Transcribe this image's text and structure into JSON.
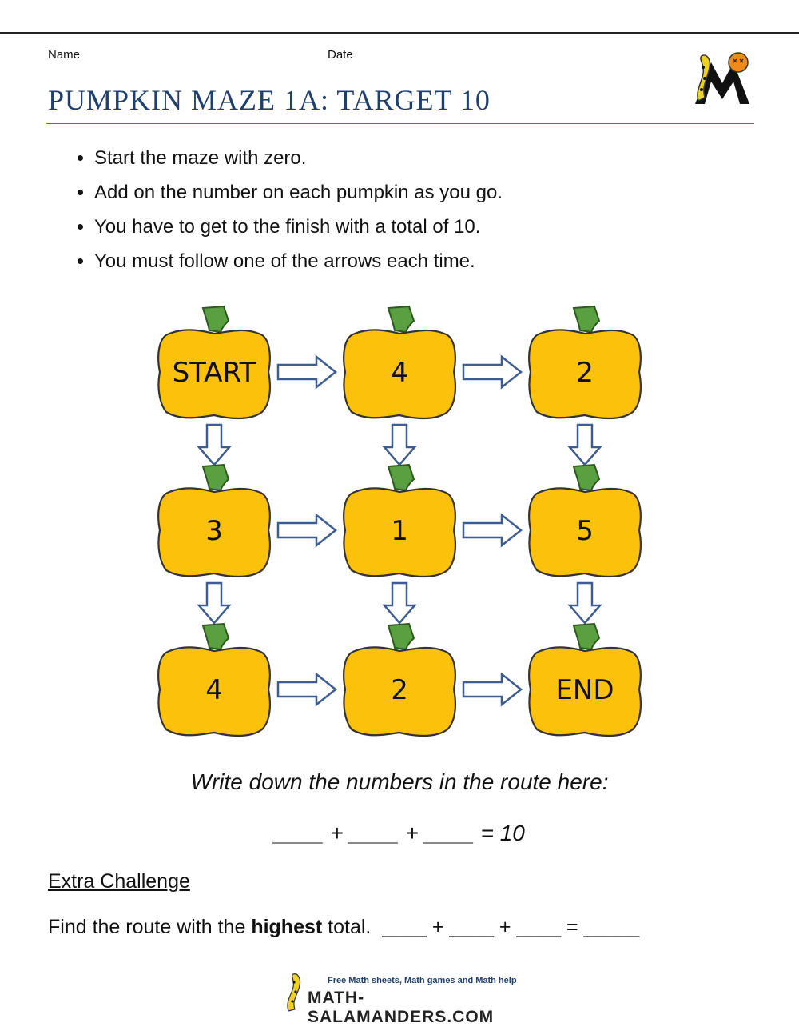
{
  "header": {
    "name_label": "Name",
    "date_label": "Date",
    "title": "PUMPKIN MAZE 1A: TARGET 10"
  },
  "instructions": [
    "Start the maze with zero.",
    "Add on the number on each pumpkin as you go.",
    "You have to get to the finish with a total of 10.",
    "You must follow one of the arrows each time."
  ],
  "maze": {
    "rows": [
      [
        "START",
        "4",
        "2"
      ],
      [
        "3",
        "1",
        "5"
      ],
      [
        "4",
        "2",
        "END"
      ]
    ],
    "pumpkin_color": "#fcc10b",
    "stem_color": "#5aa040",
    "arrow_color": "#3d5c91"
  },
  "route_prompt": "Write down the numbers in the route here:",
  "route_equation": "____ + ____ + ____ = 10",
  "extra": {
    "heading": "Extra Challenge",
    "prefix": "Find the route with the ",
    "emphasis": "highest",
    "suffix": " total.  ____ + ____ + ____ = _____"
  },
  "footer": {
    "tagline": "Free Math sheets, Math games and Math help",
    "site": "MATH-SALAMANDERS.COM"
  }
}
